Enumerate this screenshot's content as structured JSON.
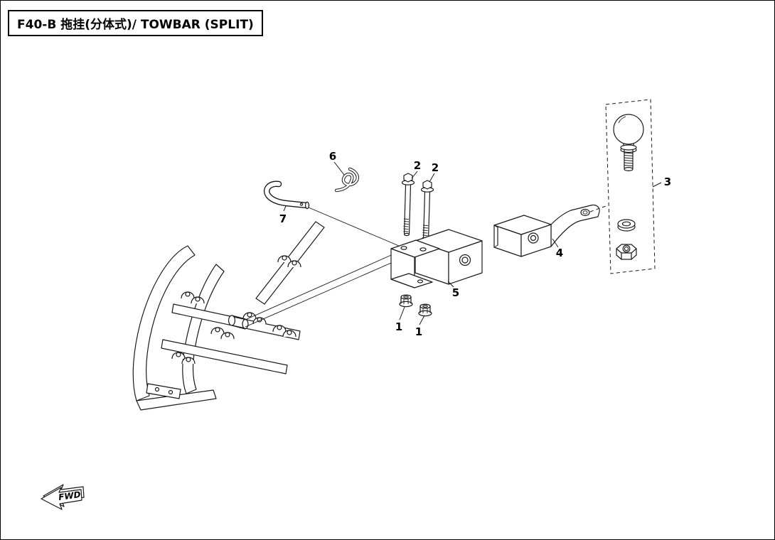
{
  "page": {
    "title": "F40-B 拖挂(分体式)/ TOWBAR (SPLIT)"
  },
  "diagram": {
    "fwd_label": "FWD",
    "callouts": [
      {
        "num": "7"
      },
      {
        "num": "6"
      },
      {
        "num": "2"
      },
      {
        "num": "2"
      },
      {
        "num": "5"
      },
      {
        "num": "1"
      },
      {
        "num": "1"
      },
      {
        "num": "4"
      },
      {
        "num": "3"
      }
    ]
  }
}
